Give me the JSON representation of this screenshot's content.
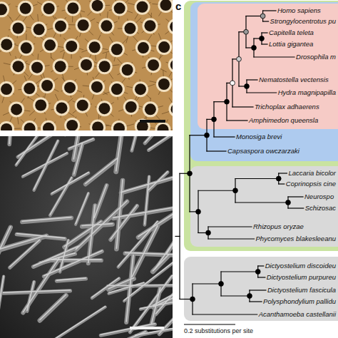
{
  "diagram": {
    "nodes": [
      {
        "text": []
      },
      {
        "text": [
          "Monosiga brevi",
          "Capsaspora owczarzaki"
        ],
        "in": 0
      },
      {
        "text": [
          "Homo sapiens",
          "Strongylocentrotus pu",
          "Capitella teleta",
          "Lottia gigantea",
          "Drosophila m",
          "Nematostella vectensis",
          "Hydra magnipapilla",
          "Trichoplax adhaerens",
          "Amphimedon queensla"
        ],
        "in": 1
      },
      {
        "text": [
          "Laccaria bicolor",
          "Coprinopsis cine",
          "Neurospo",
          "Schizosac",
          "Rhizopus oryzae",
          "Phycomyces blakesleeanu"
        ],
        "in": 0
      },
      {
        "text": [
          "Dictyostelium discoideu",
          "Dictyostelium purpureu",
          "Dictyostelium fascicula",
          "Polysphondylium pallidu",
          "Acanthamoeba castellanii"
        ]
      }
    ],
    "labels": [
      "c",
      "0.2 substitutions per site"
    ]
  }
}
